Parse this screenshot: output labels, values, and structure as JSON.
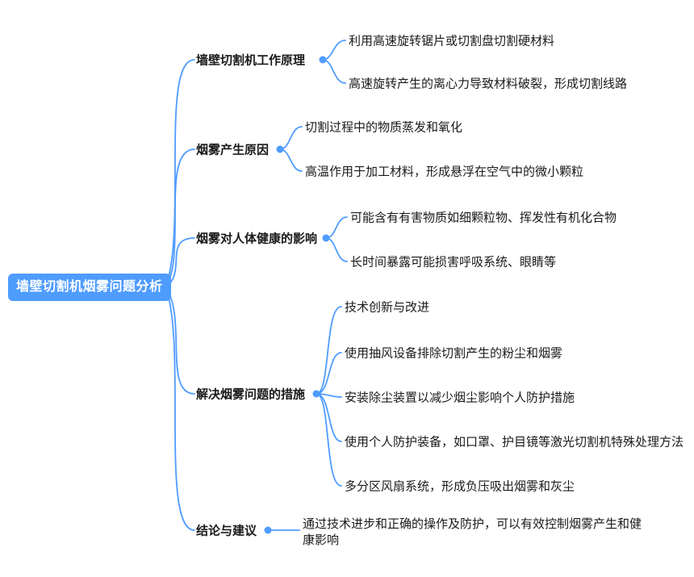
{
  "colors": {
    "accent": "#4f9cff",
    "root_background": "#4f9cff",
    "root_text": "#ffffff",
    "node_text": "#1a1a1a",
    "canvas_background": "#ffffff"
  },
  "root": {
    "label": "墙壁切割机烟雾问题分析"
  },
  "branches": [
    {
      "label": "墙壁切割机工作原理",
      "children": [
        "利用高速旋转锯片或切割盘切割硬材料",
        "高速旋转产生的离心力导致材料破裂，形成切割线路"
      ]
    },
    {
      "label": "烟雾产生原因",
      "children": [
        "切割过程中的物质蒸发和氧化",
        "高温作用于加工材料，形成悬浮在空气中的微小颗粒"
      ]
    },
    {
      "label": "烟雾对人体健康的影响",
      "children": [
        "可能含有有害物质如细颗粒物、挥发性有机化合物",
        "长时间暴露可能损害呼吸系统、眼睛等"
      ]
    },
    {
      "label": "解决烟雾问题的措施",
      "children": [
        "技术创新与改进",
        "使用抽风设备排除切割产生的粉尘和烟雾",
        "安装除尘装置以减少烟尘影响个人防护措施",
        "使用个人防护装备，如口罩、护目镜等激光切割机特殊处理方法",
        "多分区风扇系统，形成负压吸出烟雾和灰尘"
      ]
    },
    {
      "label": "结论与建议",
      "children": [
        "通过技术进步和正确的操作及防护，可以有效控制烟雾产生和健康影响"
      ]
    }
  ]
}
